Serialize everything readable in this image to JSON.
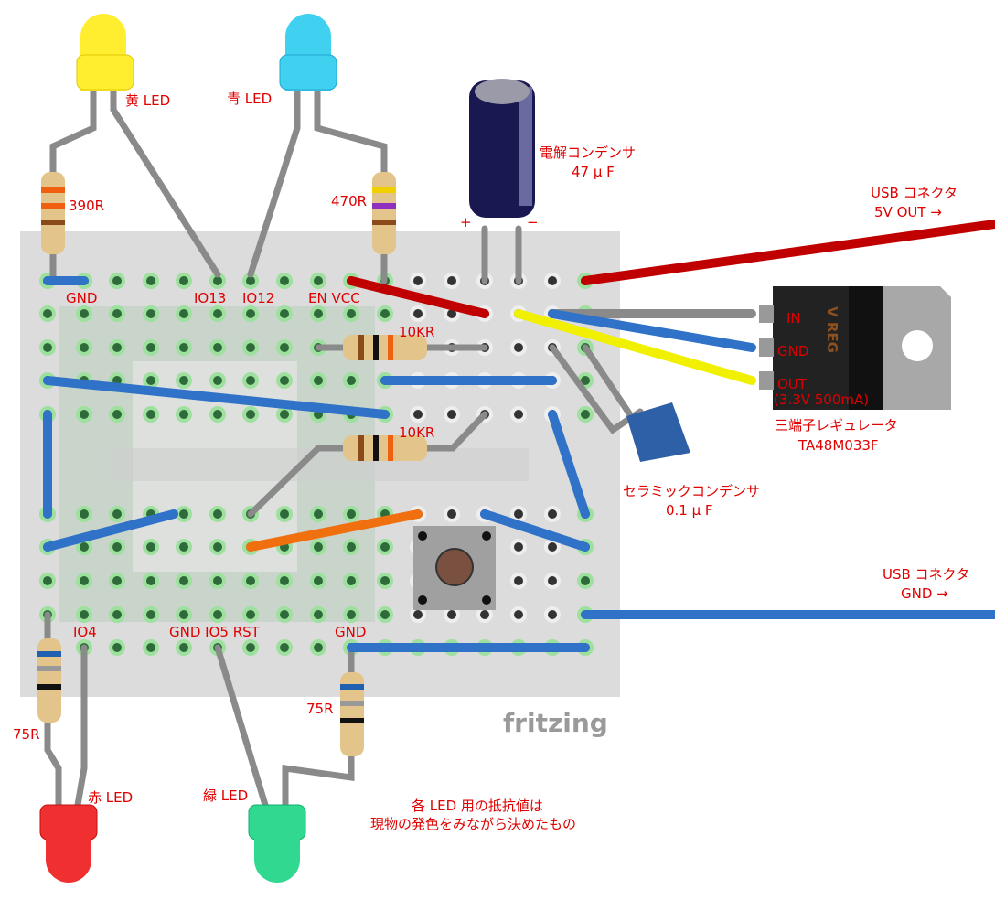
{
  "labels": {
    "yellow_led": "黄 LED",
    "blue_led": "青 LED",
    "red_led": "赤 LED",
    "green_led": "緑 LED",
    "r390": "390R",
    "r470": "470R",
    "r75a": "75R",
    "r75b": "75R",
    "r10k_1": "10KR",
    "r10k_2": "10KR",
    "elec_cap_1": "電解コンデンサ",
    "elec_cap_2": "47 μ F",
    "cap_plus": "+",
    "cap_minus": "−",
    "usb5v_1": "USB コネクタ",
    "usb5v_2": "5V OUT →",
    "usbgnd_1": "USB コネクタ",
    "usbgnd_2": "GND →",
    "reg_in": "IN",
    "reg_gnd": "GND",
    "reg_out": "OUT",
    "reg_out_spec": "(3.3V 500mA)",
    "reg_mark": "V REG",
    "reg_name_1": "三端子レギュレータ",
    "reg_name_2": "TA48M033F",
    "ceramic_1": "セラミックコンデンサ",
    "ceramic_2": "0.1 μ F",
    "pin_gnd_top": "GND",
    "pin_io13": "IO13",
    "pin_io12": "IO12",
    "pin_en_vcc": "EN VCC",
    "pin_io4": "IO4",
    "pin_gnd_io5_rst": "GND IO5 RST",
    "pin_gnd_bottom": "GND",
    "note_1": "各 LED 用の抵抗値は",
    "note_2": "現物の発色をみながら決めたもの",
    "watermark": "fritzing"
  },
  "colors": {
    "label": "#e00000",
    "wire_red": "#c00000",
    "wire_blue": "#2f72c8",
    "wire_yellow": "#f0f000",
    "wire_orange": "#f07010",
    "wire_gray": "#8a8a8a",
    "led_yellow": "#ffee30",
    "led_cyan": "#40d0f0",
    "led_red": "#f03030",
    "led_green": "#30d890",
    "board": "#dcdcdc"
  }
}
